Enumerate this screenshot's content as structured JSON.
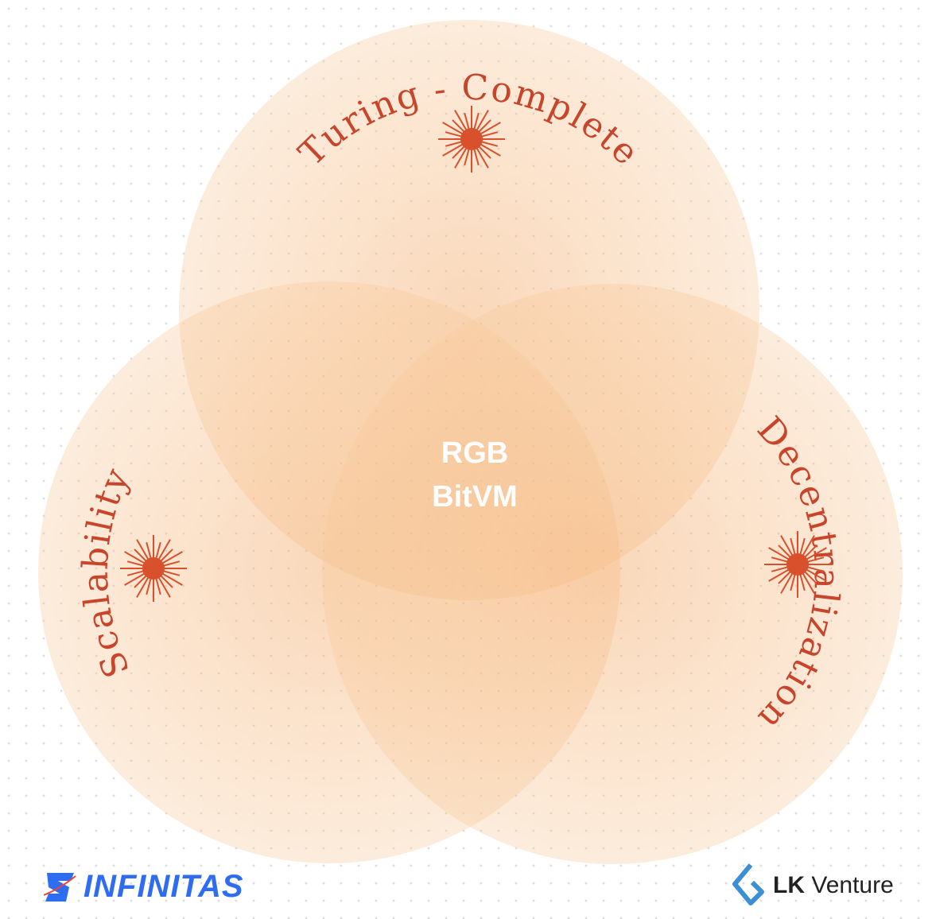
{
  "title": "Bitcoin programmability trilemma",
  "sets": [
    {
      "label": "Turing - Complete"
    },
    {
      "label": "Scalability"
    },
    {
      "label": "Decentralization"
    }
  ],
  "intersection": {
    "line1": "RGB",
    "line2": "BitVM"
  },
  "logos": {
    "left": "INFINITAS",
    "right_bold": "LK",
    "right_text": "Venture"
  },
  "colors": {
    "circle": "#f5b37a",
    "label": "#c8442a",
    "star": "#d9502c",
    "infinitas": "#2f6df0"
  }
}
